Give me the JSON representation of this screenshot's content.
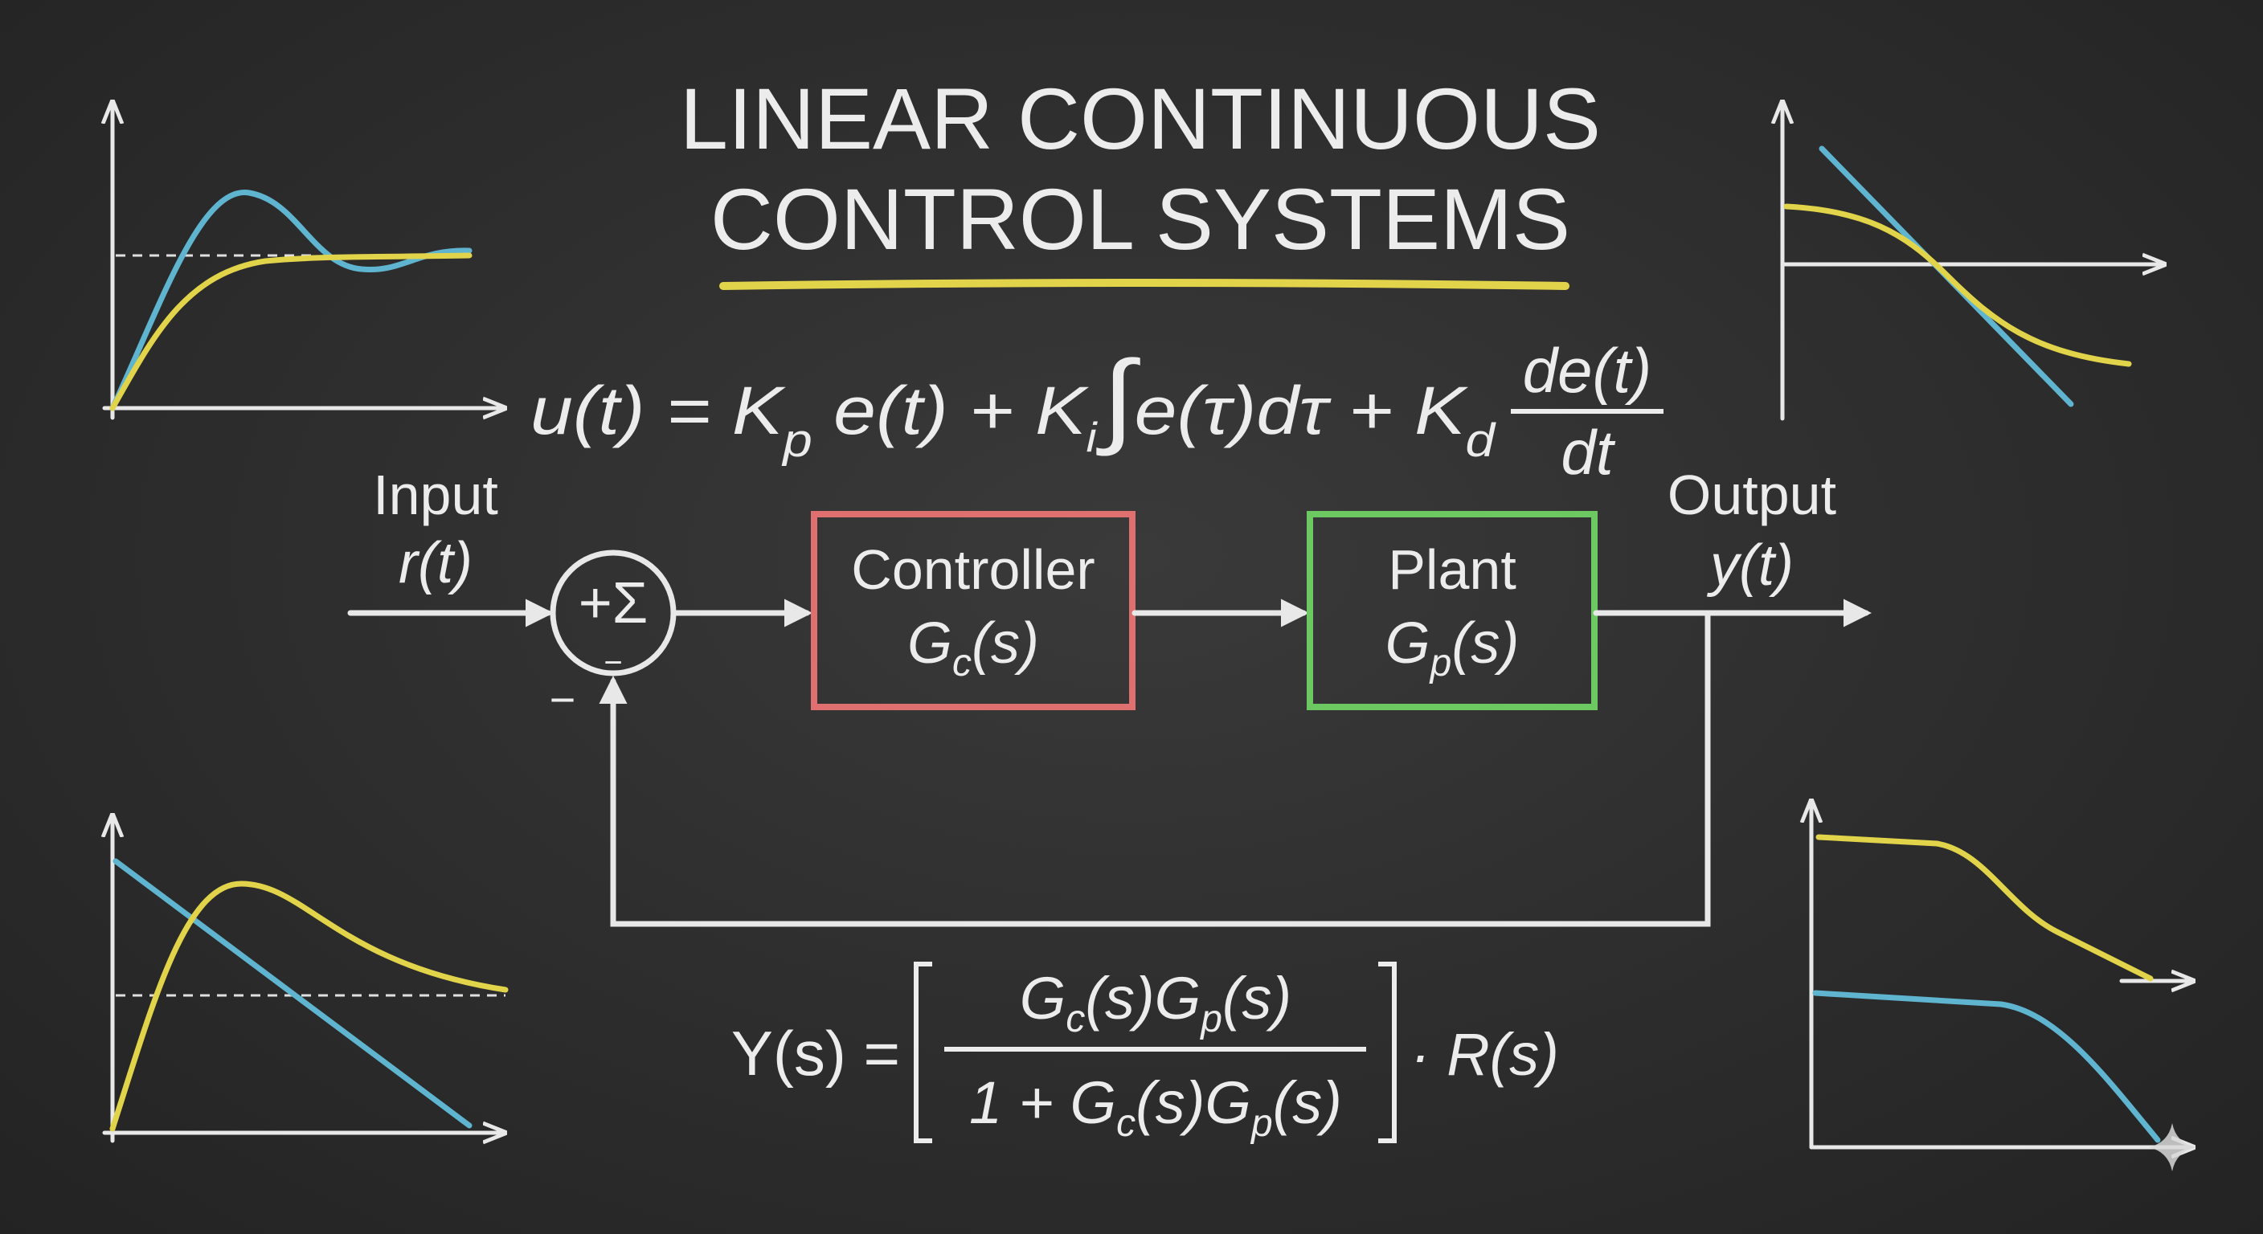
{
  "title": {
    "line1": "LINEAR CONTINUOUS",
    "line2": "CONTROL SYSTEMS"
  },
  "pid": {
    "lhs": "u(t) = K",
    "kp_sub": "p",
    "mid1": " e(t) + K",
    "ki_sub": "i",
    "integral": "∫",
    "mid2": "e(τ)dτ + K",
    "kd_sub": "d",
    "numerator": "de(t)",
    "denominator": "dt"
  },
  "input": {
    "label": "Input",
    "signal": "r(t)"
  },
  "summing": {
    "symbol": "+Σ",
    "minus_bottom": "−",
    "minus_left": "−"
  },
  "controller": {
    "label": "Controller",
    "g": "G",
    "sub": "c",
    "arg": "(s)"
  },
  "plant": {
    "label": "Plant",
    "g": "G",
    "sub": "p",
    "arg": "(s)"
  },
  "output": {
    "label": "Output",
    "signal": "y(t)"
  },
  "transfer": {
    "lhs": "Y(s) =",
    "num": {
      "g1": "G",
      "s1": "c",
      "m": "(s)G",
      "s2": "p",
      "e": "(s)"
    },
    "den": {
      "pre": "1 + G",
      "s1": "c",
      "m": "(s)G",
      "s2": "p",
      "e": "(s)"
    },
    "rhs": "· R(s)"
  },
  "colors": {
    "controller": "#e07070",
    "plant": "#6cc860",
    "yellow": "#e2d44a",
    "blue": "#5fb4d0"
  }
}
